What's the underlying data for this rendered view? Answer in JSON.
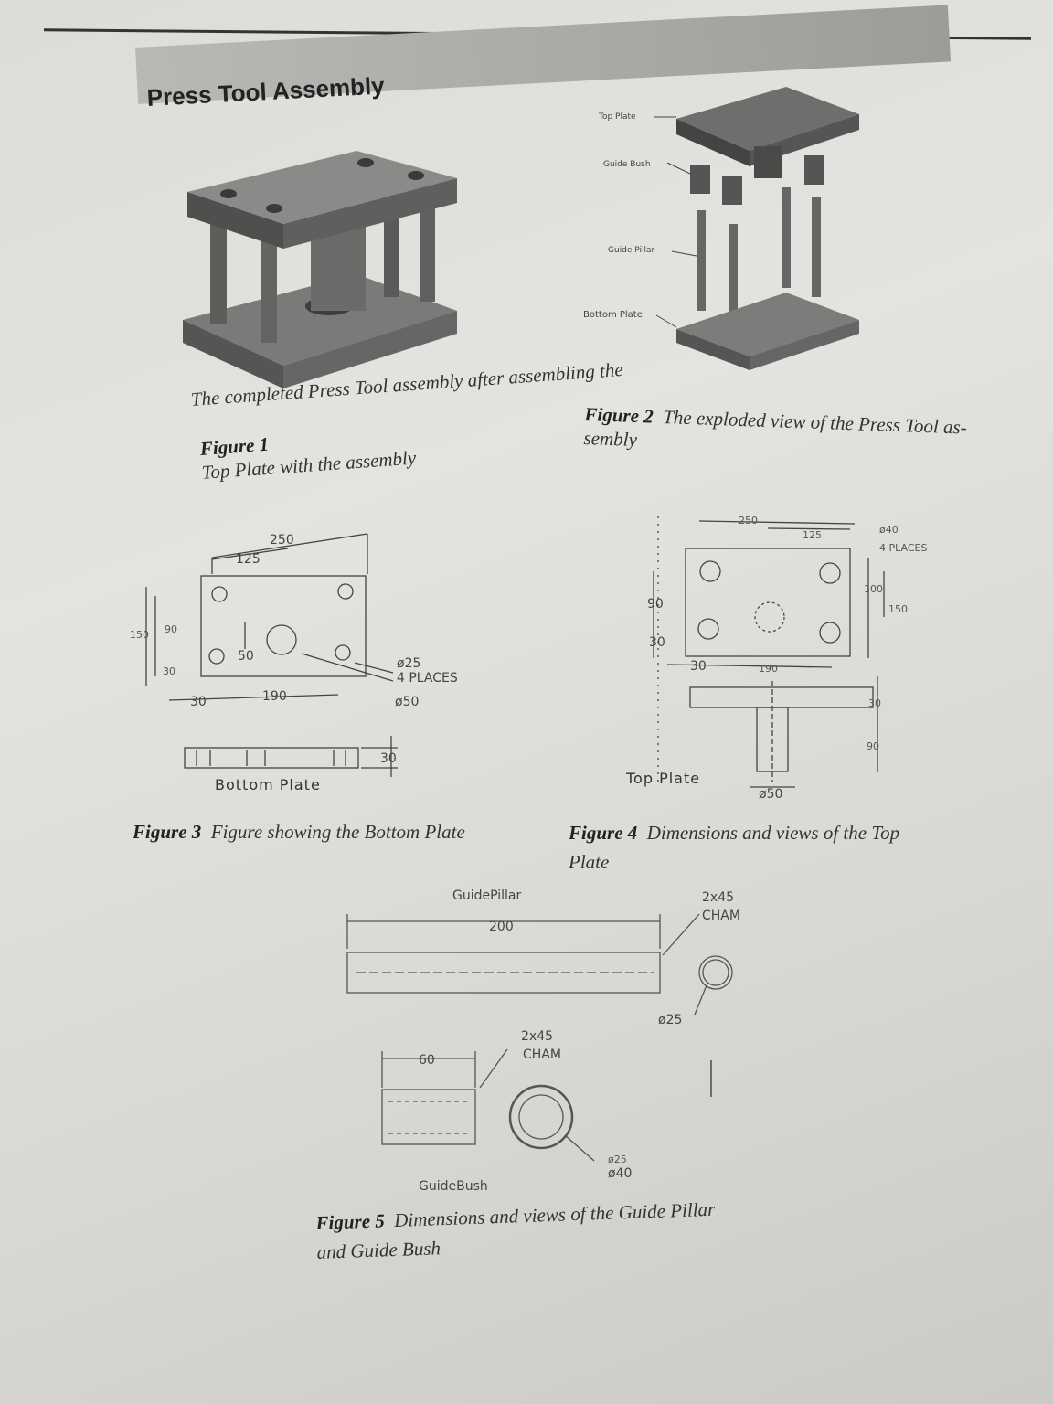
{
  "header": {
    "title": "Press Tool Assembly"
  },
  "figure1": {
    "caption_line1": "The completed Press Tool assembly after assembling the",
    "label": "Figure 1",
    "caption_line2": "Top Plate with the assembly"
  },
  "figure2": {
    "parts": [
      "Top Plate",
      "Guide Bush",
      "Guide Pillar",
      "Bottom Plate"
    ],
    "label": "Figure 2",
    "caption": "The exploded view of the Press Tool as-",
    "caption_cont": "sembly"
  },
  "figure3": {
    "dims": {
      "d250": "250",
      "d125": "125",
      "d150": "150",
      "d90": "90",
      "d30a": "30",
      "d50": "50",
      "d30b": "30",
      "d190": "190",
      "hole": "ø25",
      "places": "4 PLACES",
      "center": "ø50",
      "thick": "30"
    },
    "view_label": "Bottom Plate",
    "label": "Figure 3",
    "caption": "Figure showing the Bottom Plate"
  },
  "figure4": {
    "dims": {
      "d250": "250",
      "d125": "125",
      "hole": "ø40",
      "places": "4 PLACES",
      "d100": "100",
      "d150": "150",
      "d90": "90",
      "d30a": "30",
      "d30b": "30",
      "d190": "190",
      "thick": "30",
      "boss": "90",
      "bossdia": "ø50"
    },
    "view_label": "Top Plate",
    "label": "Figure 4",
    "caption": "Dimensions and views of the Top",
    "caption_cont": "Plate"
  },
  "figure5": {
    "pillar_label": "GuidePillar",
    "pillar_len": "200",
    "pillar_cham": "2x45",
    "pillar_cham2": "CHAM",
    "pillar_dia": "ø25",
    "bush_len": "60",
    "bush_cham": "2x45",
    "bush_cham2": "CHAM",
    "bush_in": "ø25",
    "bush_out": "ø40",
    "bush_label": "GuideBush",
    "label": "Figure 5",
    "caption": "Dimensions and views of the Guide Pillar",
    "caption_cont": "and Guide Bush"
  }
}
